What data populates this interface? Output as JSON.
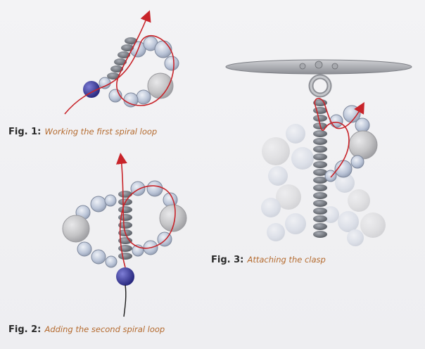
{
  "figures": [
    {
      "number": "Fig. 1:",
      "title": "Working the first spiral loop"
    },
    {
      "number": "Fig. 2:",
      "title": "Adding the second spiral loop"
    },
    {
      "number": "Fig. 3:",
      "title": "Attaching the clasp"
    }
  ],
  "colors": {
    "thread": "#c8242a",
    "accent_bead": "#3a3a9c",
    "crystal": "#b9c3d6",
    "pearl": "#c4c4c6",
    "seed_bead": "#6b6f77",
    "caption_text": "#b46a2e"
  },
  "icons": [
    "arrow-icon",
    "needle-arrow-icon"
  ]
}
